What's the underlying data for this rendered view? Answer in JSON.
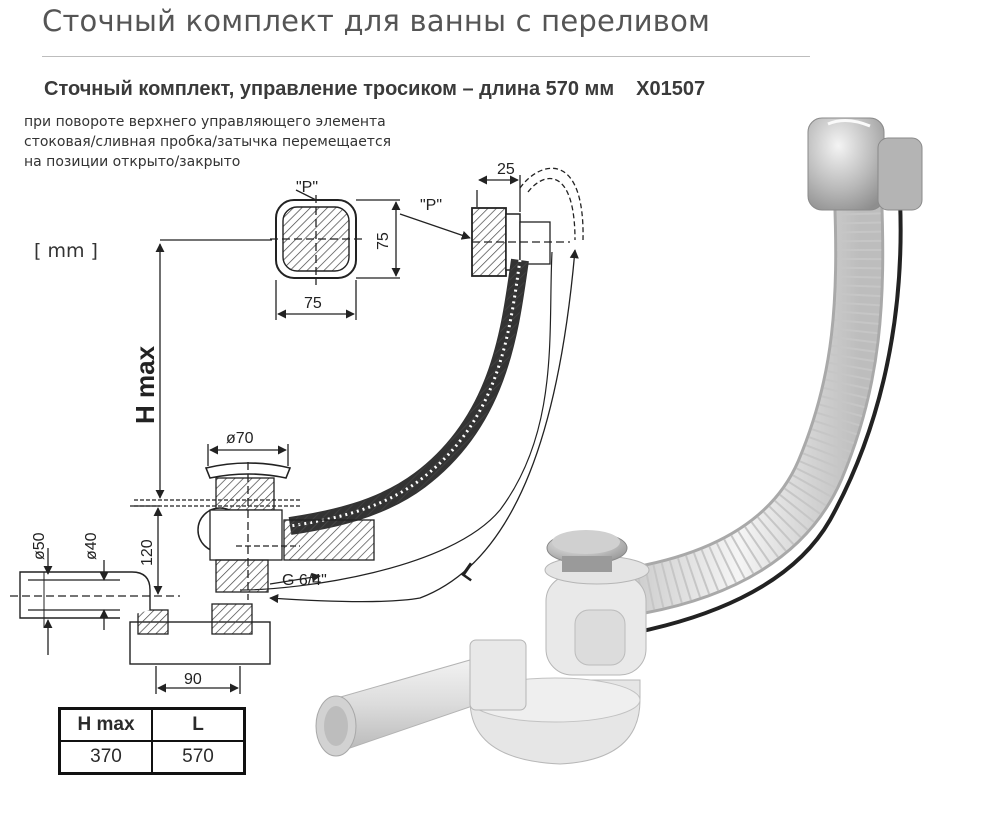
{
  "title": "Сточный комплект для ванны с переливом",
  "subtitle": {
    "text": "Сточный комплект, управление тросиком – длина 570 мм",
    "code": "X01507"
  },
  "note_lines": [
    "при повороте верхнего управляющего элемента",
    "стоковая/сливная пробка/затычка перемещается",
    "на позиции открыто/закрыто"
  ],
  "unit_label": "[ mm ]",
  "dimensions": {
    "p_left": "\"P\"",
    "p_right": "\"P\"",
    "overflow_width": "25",
    "cap_height": "75",
    "cap_width": "75",
    "h_max": "H max",
    "drain_diameter": "ø70",
    "pipe_d50": "ø50",
    "pipe_d40": "ø40",
    "trap_height": "120",
    "thread": "G 6/4\"",
    "length": "L",
    "base_width": "90"
  },
  "table": {
    "headers": [
      "H max",
      "L"
    ],
    "rows": [
      [
        "370",
        "570"
      ]
    ]
  },
  "colors": {
    "line": "#222222",
    "pipe_light": "#e6e6e6",
    "metal": "#b8b8b8"
  }
}
